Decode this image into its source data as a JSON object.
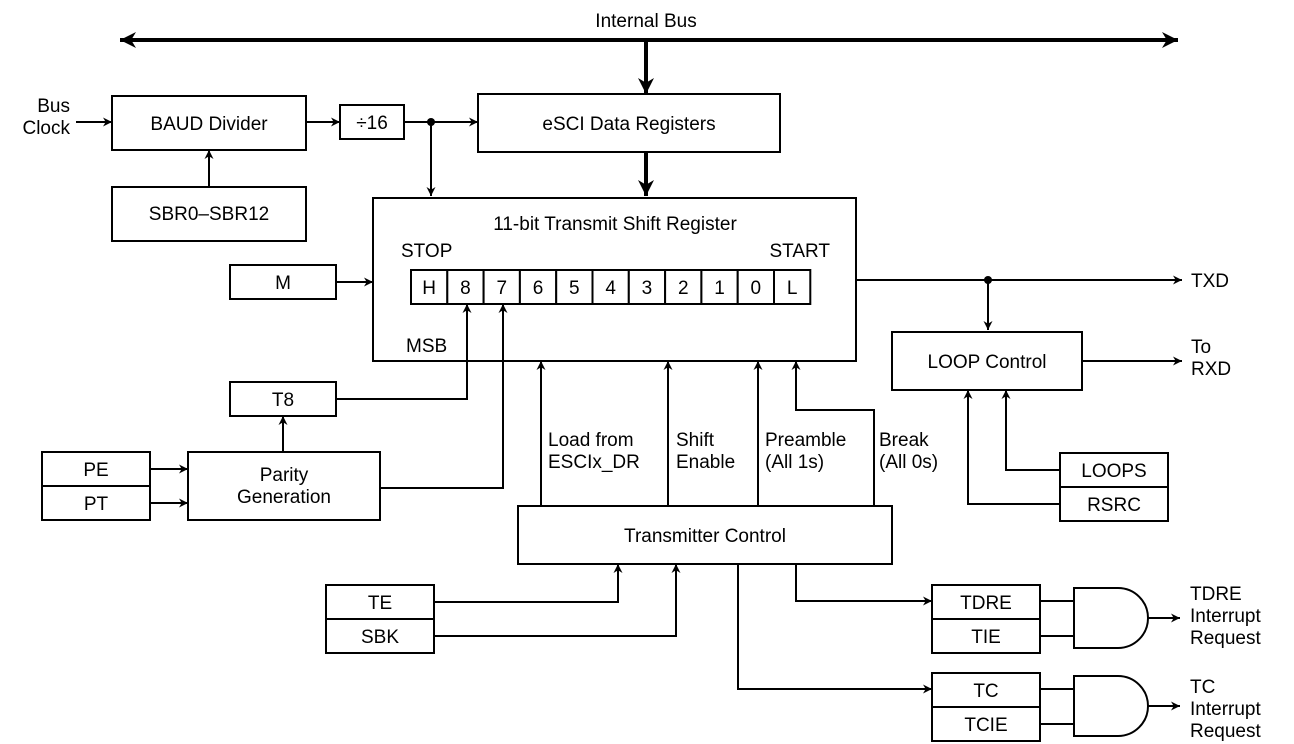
{
  "labels": {
    "internal_bus": "Internal Bus",
    "bus_clock_1": "Bus",
    "bus_clock_2": "Clock",
    "baud_divider": "BAUD Divider",
    "div16": "÷16",
    "esci_data_registers": "eSCI Data Registers",
    "sbr": "SBR0–SBR12",
    "shift_register_title": "11-bit Transmit Shift Register",
    "stop": "STOP",
    "start": "START",
    "msb": "MSB",
    "m": "M",
    "t8": "T8",
    "pe": "PE",
    "pt": "PT",
    "parity_1": "Parity",
    "parity_2": "Generation",
    "load_1": "Load from",
    "load_2": "ESCIx_DR",
    "shift_1": "Shift",
    "shift_2": "Enable",
    "preamble_1": "Preamble",
    "preamble_2": "(All 1s)",
    "break_1": "Break",
    "break_2": "(All 0s)",
    "transmitter_control": "Transmitter Control",
    "te": "TE",
    "sbk": "SBK",
    "txd": "TXD",
    "loop_control": "LOOP Control",
    "to_rxd_1": "To",
    "to_rxd_2": "RXD",
    "loops": "LOOPS",
    "rsrc": "RSRC",
    "tdre": "TDRE",
    "tie": "TIE",
    "tc": "TC",
    "tcie": "TCIE",
    "tdre_irq_1": "TDRE",
    "tdre_irq_2": "Interrupt",
    "tdre_irq_3": "Request",
    "tc_irq_1": "TC",
    "tc_irq_2": "Interrupt",
    "tc_irq_3": "Request"
  },
  "bits": [
    "H",
    "8",
    "7",
    "6",
    "5",
    "4",
    "3",
    "2",
    "1",
    "0",
    "L"
  ]
}
